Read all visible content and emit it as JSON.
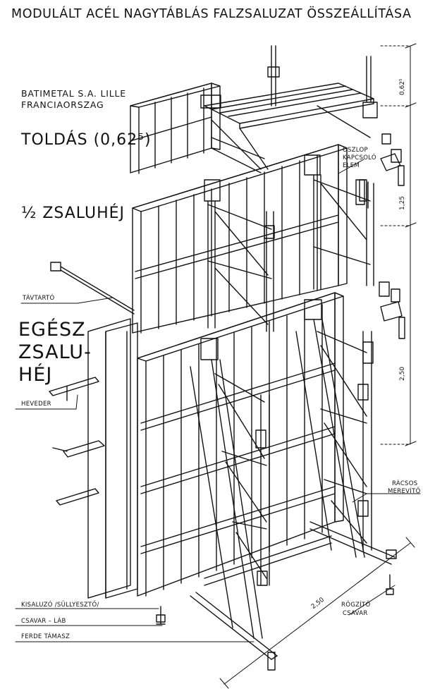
{
  "title": "MODULÁLT ACÉL NAGYTÁBLÁS FALZSALUZAT ÖSSZEÁLLÍTÁSA",
  "manufacturer": {
    "line1": "BATIMETAL S.A. LILLE",
    "line2": "FRANCIAORSZAG"
  },
  "sections": {
    "toldas": "TOLDÁS (0,62⁵)",
    "half_panel": "½ ZSALUHÉJ",
    "full_panel": [
      "EGÉSZ",
      "ZSALU-",
      "HÉJ"
    ]
  },
  "callouts": {
    "column_connector": [
      "OSZLOP",
      "KAPCSOLÓ",
      "ELEM"
    ],
    "spacer": "TÁVTARTÓ",
    "waler": "HEVEDER",
    "lattice_stiffener": [
      "RÁCSOS",
      "MEREVÍTŐ"
    ],
    "fixing_bolt": [
      "RÖGZÍTŐ",
      "CSAVAR"
    ],
    "bottom_left": [
      "KISALUZÓ /SÜLLYESZTŐ/",
      "CSAVAR – LÁB",
      "FERDE TÁMASZ"
    ]
  },
  "dimensions": {
    "top_extension": "0,62⁵",
    "half_height": "1,25",
    "full_height": "2,50",
    "width": "2,50"
  }
}
